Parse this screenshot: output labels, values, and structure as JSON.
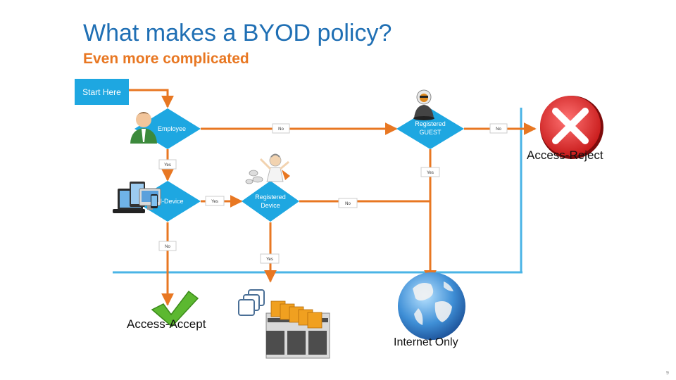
{
  "header": {
    "title": "What makes a BYOD policy?",
    "subtitle": "Even more complicated"
  },
  "flow": {
    "start": "Start Here",
    "nodes": {
      "employee": "Employee",
      "registered_guest_line1": "Registered",
      "registered_guest_line2": "GUEST",
      "idevice": "I-Device",
      "registered_device_line1": "Registered",
      "registered_device_line2": "Device"
    },
    "edges": {
      "employee_no": "No",
      "employee_yes": "Yes",
      "guest_no": "No",
      "guest_yes": "Yes",
      "idevice_yes": "Yes",
      "idevice_no": "No",
      "regdevice_no": "No",
      "regdevice_yes": "Yes"
    },
    "outcomes": {
      "reject": "Access-Reject",
      "accept": "Access-Accept",
      "internet": "Internet Only"
    }
  },
  "footer": {
    "page": "9"
  },
  "colors": {
    "title": "#1f6fb4",
    "subtitle": "#e87722",
    "decision": "#1ea7e1",
    "flow_line": "#e87722",
    "bus_line": "#4ab4e6"
  }
}
